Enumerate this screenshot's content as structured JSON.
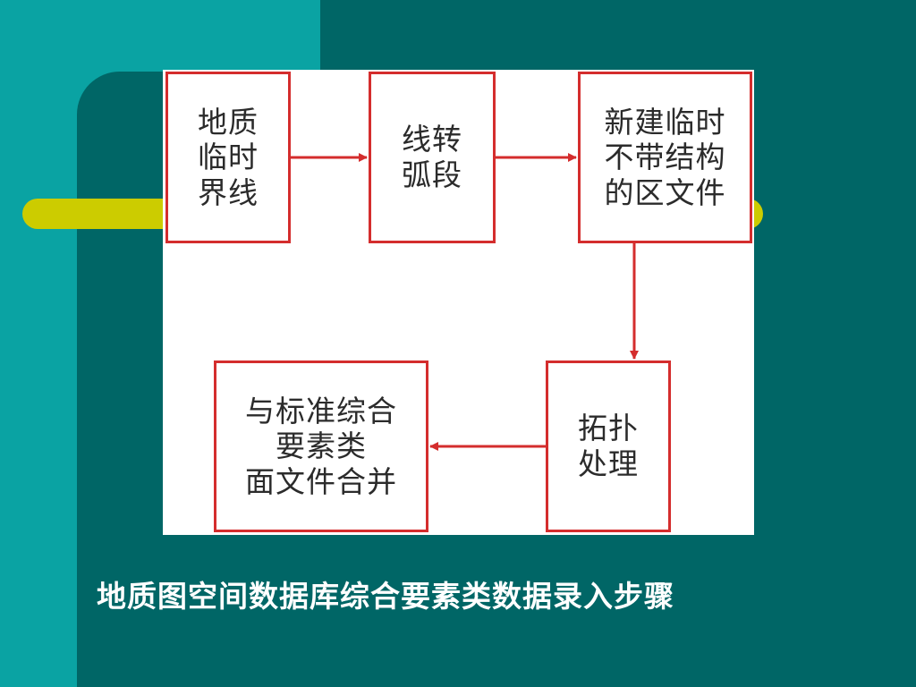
{
  "colors": {
    "background": "#0aa3a3",
    "panel": "#006666",
    "accent_bar": "#cccc00",
    "box_border": "#d42d2d",
    "arrow": "#d42d2d"
  },
  "diagram": {
    "nodes": [
      {
        "id": "n1",
        "lines": [
          "地质",
          "临时",
          "界线"
        ]
      },
      {
        "id": "n2",
        "lines": [
          "线转",
          "弧段"
        ]
      },
      {
        "id": "n3",
        "lines": [
          "新建临时",
          "不带结构",
          "的区文件"
        ]
      },
      {
        "id": "n4",
        "lines": [
          "拓扑",
          "处理"
        ]
      },
      {
        "id": "n5",
        "lines": [
          "与标准综合",
          "要素类",
          "面文件合并"
        ]
      }
    ],
    "edges": [
      {
        "from": "n1",
        "to": "n2"
      },
      {
        "from": "n2",
        "to": "n3"
      },
      {
        "from": "n3",
        "to": "n4"
      },
      {
        "from": "n4",
        "to": "n5"
      }
    ]
  },
  "caption": "地质图空间数据库综合要素类数据录入步骤"
}
